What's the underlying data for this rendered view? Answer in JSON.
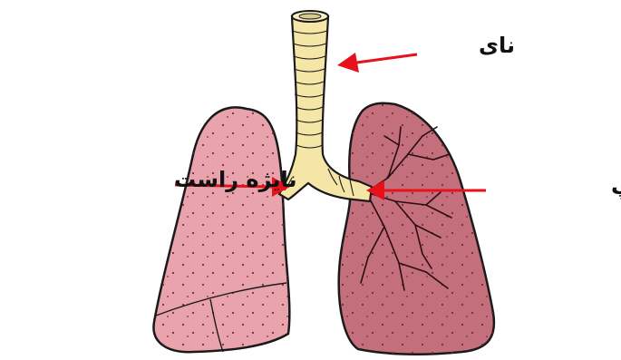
{
  "labels": {
    "trachea": "نای",
    "right_bronchus": "نایژه راست",
    "left_bronchus": "نایژه چپ"
  },
  "colors": {
    "arrow": "#e8101a",
    "lung_light": "#e9a3ad",
    "lung_dark": "#c46f7c",
    "trachea": "#f5e6a8",
    "outline": "#1a1a1a"
  }
}
